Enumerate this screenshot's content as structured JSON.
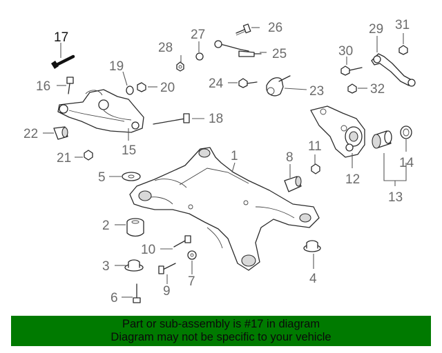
{
  "callouts": [
    "17",
    "26",
    "27",
    "28",
    "25",
    "29",
    "31",
    "30",
    "16",
    "19",
    "20",
    "24",
    "23",
    "32",
    "18",
    "22",
    "15",
    "1",
    "11",
    "8",
    "21",
    "5",
    "14",
    "12",
    "13",
    "2",
    "10",
    "7",
    "3",
    "9",
    "4",
    "6"
  ],
  "highlight": "17",
  "footer": {
    "line1": "Part or sub-assembly is #17 in diagram",
    "line2": "Diagram may not be specific to your vehicle"
  },
  "colors": {
    "footer_bg": "#007a00",
    "callout": "#6b6b6b",
    "highlight": "#111111"
  }
}
